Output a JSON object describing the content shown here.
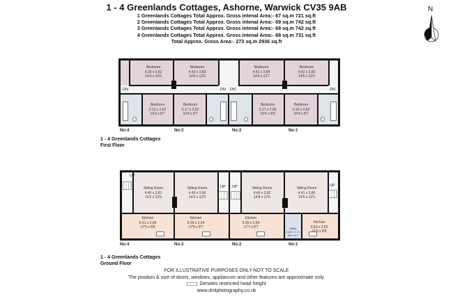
{
  "header": {
    "title": "1 - 4 Greenlands Cottages, Ashorne, Warwick CV35 9AB",
    "areas": [
      "1 Greenlands Cottages Total Approx. Gross intenal Area:- 67 sq.m 721 sq.ft",
      "2 Greenlands Cottages Total Approx. Gross intenal Area:- 69 sq.m 742 sq.ft",
      "3 Greenlands Cottages Total Approx. Gross intenal Area:- 69 sq.m 742 sq.ft",
      "4 Greenlands Cottages Total Approx. Gross intenal Area:- 68 sq.m 731 sq.ft"
    ],
    "total": "Total Approx. Gross Area:- 273 sq.m  2936 sq.ft"
  },
  "compass": {
    "label": "N"
  },
  "first_floor": {
    "caption_line1": "1 - 4 Greenlands Cottages",
    "caption_line2": "First Floor",
    "rooms": [
      {
        "name": "Bedroom",
        "metric": "4.39 x 3.82",
        "imperial": "14'4 x 12'6"
      },
      {
        "name": "Bedroom",
        "metric": "4.43 x 3.83",
        "imperial": "14'6 x 12'6"
      },
      {
        "name": "Bedroom",
        "metric": "4.41 x 3.84",
        "imperial": "14'5 x 12'7"
      },
      {
        "name": "Bedroom",
        "metric": "4.42 x 3.83",
        "imperial": "14'6 x 12'6"
      },
      {
        "name": "Bedroom",
        "metric": "3.13 x 2.62",
        "imperial": "10'3 x 8'7"
      },
      {
        "name": "Bedroom",
        "metric": "3.17 x 2.62",
        "imperial": "10'4 x 8'7"
      },
      {
        "name": "Bedroom",
        "metric": "3.17 x 2.69",
        "imperial": "10'4 x 8'9"
      },
      {
        "name": "Bedroom",
        "metric": "3.16 x 2.62",
        "imperial": "10'4 x 8'7"
      }
    ],
    "stair_tag": "DN",
    "units": [
      "No:4",
      "No:3",
      "No:2",
      "No:1"
    ]
  },
  "ground_floor": {
    "caption_line1": "1 - 4 Greenlands Cottages",
    "caption_line2": "Ground Floor",
    "rooms": [
      {
        "name": "Sitting Room",
        "metric": "4.40 x 3.81",
        "imperial": "14'5 x 12'6"
      },
      {
        "name": "Sitting Room",
        "metric": "4.40 x 3.90",
        "imperial": "14'5 x 12'9"
      },
      {
        "name": "Sitting Room",
        "metric": "4.49 x 3.82",
        "imperial": "14'8 x 12'6"
      },
      {
        "name": "Sitting Room",
        "metric": "4.41 x 3.80",
        "imperial": "14'5 x 12'5"
      },
      {
        "name": "Kitchen",
        "metric": "5.31 x 2.65",
        "imperial": "17'5 x 8'8"
      },
      {
        "name": "Kitchen",
        "metric": "5.39 x 2.64",
        "imperial": "17'8 x 8'7"
      },
      {
        "name": "Kitchen",
        "metric": "5.36 x 2.64",
        "imperial": "17'7 x 8'7"
      },
      {
        "name": "Utility",
        "metric": "2.60 x 1.71",
        "imperial": "8'6 x 5'7"
      },
      {
        "name": "Kitchen",
        "metric": "3.60 x 2.65",
        "imperial": "11'9 x 8'8"
      }
    ],
    "stair_tag": "UP",
    "units": [
      "No:4",
      "No:3",
      "No:2",
      "No:1"
    ]
  },
  "footer": {
    "disclaimer": "FOR ILLUSTRATIVE PURPOSES ONLY-NOT TO SCALE",
    "note": "The position & size of doors, windows, appliances and other features are approximate only.",
    "legend": "Denotes restricted head height",
    "website": "www.dmlphotography.co.uk"
  },
  "colors": {
    "bedroom": "#e3d4dc",
    "sitting_room": "#efe6e6",
    "kitchen": "#f8e2d6",
    "wet_room": "#dfe3ea",
    "utility": "#d9e0ee",
    "wall": "#111111"
  }
}
